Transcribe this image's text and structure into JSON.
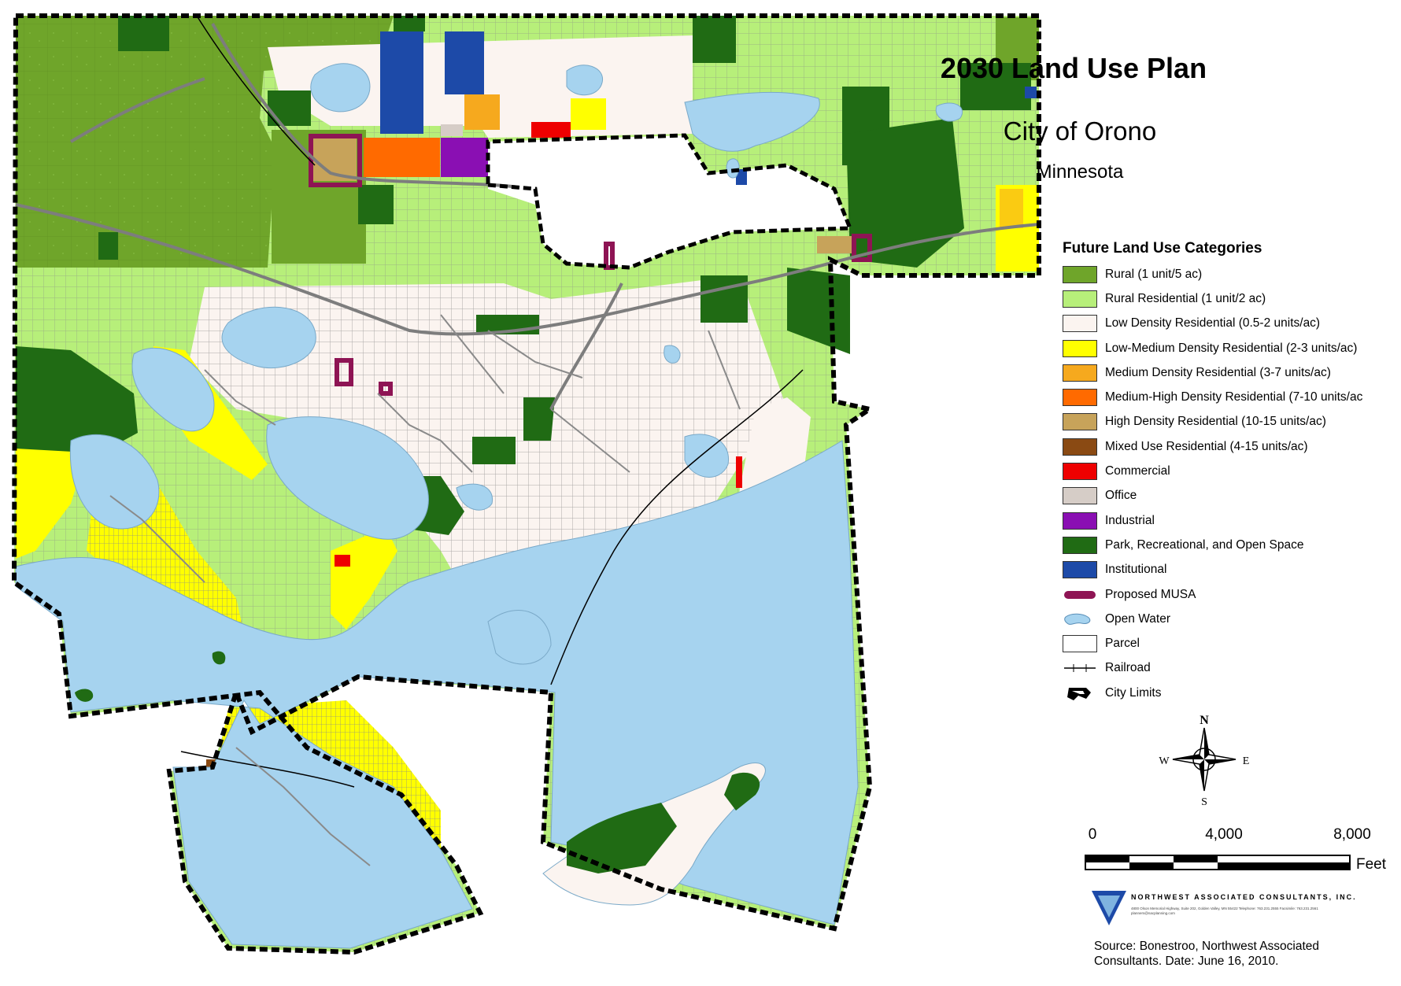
{
  "map": {
    "title": "2030 Land Use Plan",
    "city": "City of Orono",
    "state": "Minnesota",
    "colors": {
      "water": "#a6d3ef",
      "rural": "#6fa52a",
      "rural_residential": "#b7ef7a",
      "low_density": "#fbf4f0",
      "low_medium": "#ffff00",
      "medium": "#f6a91e",
      "medium_high": "#ff6a00",
      "high": "#c7a35a",
      "mixed_use": "#8a4a13",
      "commercial": "#ee0000",
      "office": "#d6cdc7",
      "industrial": "#8a0fb3",
      "park": "#206b14",
      "institutional": "#1d4aa8",
      "musa": "#8e1454",
      "road": "#8a8a8a",
      "boundary": "#000000"
    }
  },
  "legend": {
    "heading": "Future Land Use Categories",
    "items": [
      {
        "label": "Rural (1 unit/5 ac)",
        "color": "#6fa52a",
        "kind": "fill"
      },
      {
        "label": "Rural Residential (1 unit/2 ac)",
        "color": "#b7ef7a",
        "kind": "fill"
      },
      {
        "label": "Low Density Residential (0.5-2 units/ac)",
        "color": "#fbf4f0",
        "kind": "fill"
      },
      {
        "label": "Low-Medium Density Residential (2-3 units/ac)",
        "color": "#ffff00",
        "kind": "fill"
      },
      {
        "label": "Medium Density Residential (3-7 units/ac)",
        "color": "#f6a91e",
        "kind": "fill"
      },
      {
        "label": "Medium-High Density Residential (7-10 units/ac",
        "color": "#ff6a00",
        "kind": "fill"
      },
      {
        "label": "High Density Residential (10-15 units/ac)",
        "color": "#c7a35a",
        "kind": "fill"
      },
      {
        "label": "Mixed Use Residential (4-15 units/ac)",
        "color": "#8a4a13",
        "kind": "fill"
      },
      {
        "label": "Commercial",
        "color": "#ee0000",
        "kind": "fill"
      },
      {
        "label": "Office",
        "color": "#d6cdc7",
        "kind": "fill"
      },
      {
        "label": "Industrial",
        "color": "#8a0fb3",
        "kind": "fill"
      },
      {
        "label": "Park, Recreational, and Open Space",
        "color": "#206b14",
        "kind": "fill"
      },
      {
        "label": "Institutional",
        "color": "#1d4aa8",
        "kind": "fill"
      },
      {
        "label": "Proposed MUSA",
        "color": "#8e1454",
        "kind": "musa"
      },
      {
        "label": "Open Water",
        "color": "#a6d3ef",
        "kind": "water"
      },
      {
        "label": "Parcel",
        "color": "#ffffff",
        "kind": "fill"
      },
      {
        "label": "Railroad",
        "color": "#000000",
        "kind": "railroad"
      },
      {
        "label": "City Limits",
        "color": "#000000",
        "kind": "city"
      }
    ]
  },
  "north_arrow": {
    "n": "N",
    "s": "S",
    "e": "E",
    "w": "W"
  },
  "scale_bar": {
    "labels": [
      "0",
      "4,000",
      "8,000"
    ],
    "unit": "Feet"
  },
  "logo": {
    "name": "NORTHWEST ASSOCIATED CONSULTANTS, INC.",
    "address": "4800 Olson Memorial Highway, Suite 202, Golden Valley, MN 55422 Telephone: 763.231.2555 Facsimile: 763.231.2561 planners@nacplanning.com"
  },
  "source": "Source:  Bonestroo, Northwest Associated Consultants.  Date: June 16, 2010."
}
